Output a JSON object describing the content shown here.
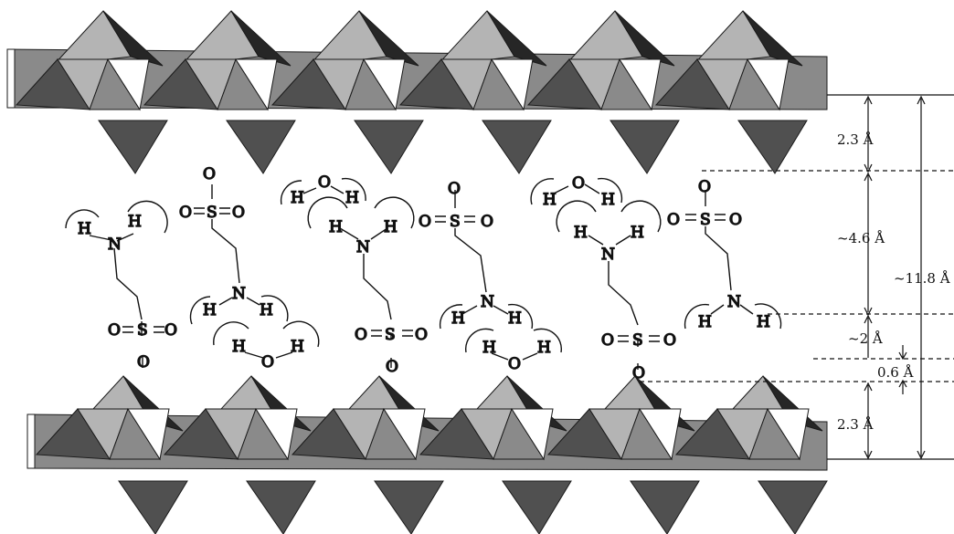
{
  "colors": {
    "octa_light": "#b4b4b4",
    "octa_mid": "#8a8a8a",
    "octa_dark": "#505050",
    "octa_black": "#262626",
    "line": "#111111"
  },
  "atoms": {
    "hydrogen": "H",
    "nitrogen": "N",
    "oxygen": "O",
    "sulfur": "S"
  },
  "dimensions": {
    "top_layer": "2.3 Å",
    "interlayer": "~4.6 Å",
    "total": "~11.8 Å",
    "gap": "~2 Å",
    "offset": "0.6 Å",
    "bottom_layer": "2.3 Å"
  }
}
